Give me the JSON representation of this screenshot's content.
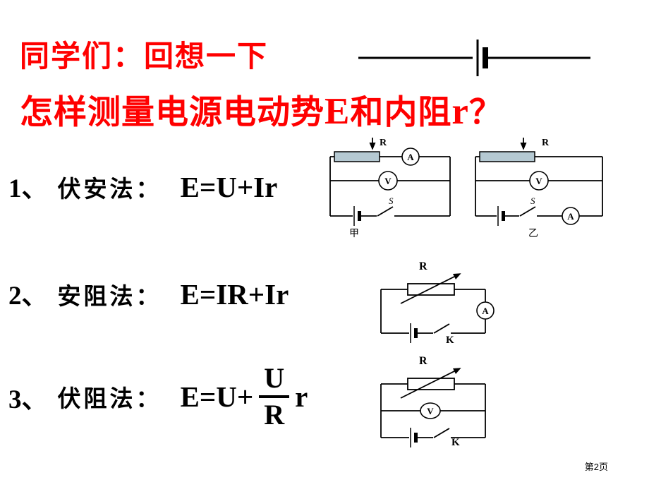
{
  "slide": {
    "background": "#ffffff",
    "accent_red": "#ff0000",
    "rheostat_fill": "#b5c9d2",
    "page_number": "第2页"
  },
  "title": {
    "line1": "同学们：回想一下",
    "line2_part1": "怎样测量电源电动势",
    "line2_e": "E",
    "line2_part2": "和内阻",
    "line2_r": "r",
    "line2_qmark": "？"
  },
  "items": [
    {
      "number": "1、",
      "method": "伏安法：",
      "formula": "E=U+Ir"
    },
    {
      "number": "2、",
      "method": "安阻法：",
      "formula": "E=IR+Ir"
    },
    {
      "number": "3、",
      "method": "伏阻法：",
      "formula_prefix": "E=U+",
      "frac_num": "U",
      "frac_den": "R",
      "formula_suffix": "r"
    }
  ],
  "circuits": {
    "jia": {
      "resistor": "R",
      "ammeter": "A",
      "voltmeter": "V",
      "switch": "S",
      "caption": "甲"
    },
    "yi": {
      "resistor": "R",
      "ammeter": "A",
      "voltmeter": "V",
      "switch": "S",
      "caption": "乙"
    },
    "anzu": {
      "resistor": "R",
      "ammeter": "A",
      "switch": "K"
    },
    "fuzu": {
      "resistor": "R",
      "voltmeter": "V",
      "switch": "K"
    }
  }
}
